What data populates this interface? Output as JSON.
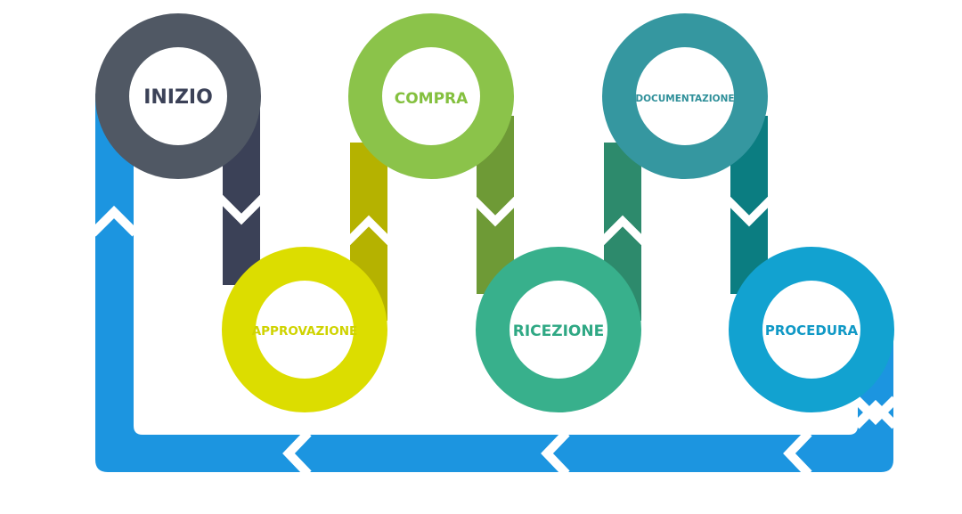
{
  "steps": [
    {
      "label": "INIZIO",
      "color": "#505864",
      "text_color": "#3b4157"
    },
    {
      "label": "APPROVAZIONE",
      "color": "#dcdd00",
      "text_color": "#cfd300"
    },
    {
      "label": "COMPRA",
      "color": "#8bc34a",
      "text_color": "#84c03f"
    },
    {
      "label": "RICEZIONE",
      "color": "#38b08c",
      "text_color": "#2fa884"
    },
    {
      "label": "DOCUMENTAZIONE",
      "color": "#3597a0",
      "text_color": "#2e8f99"
    },
    {
      "label": "PROCEDURA",
      "color": "#12a2d0",
      "text_color": "#1199c6"
    }
  ],
  "connectors": [
    {
      "color": "#3b4157"
    },
    {
      "color": "#b5b200"
    },
    {
      "color": "#6e9a36"
    },
    {
      "color": "#2d8a6c"
    },
    {
      "color": "#0b7d81"
    }
  ],
  "loop_color": "#1c95e0"
}
